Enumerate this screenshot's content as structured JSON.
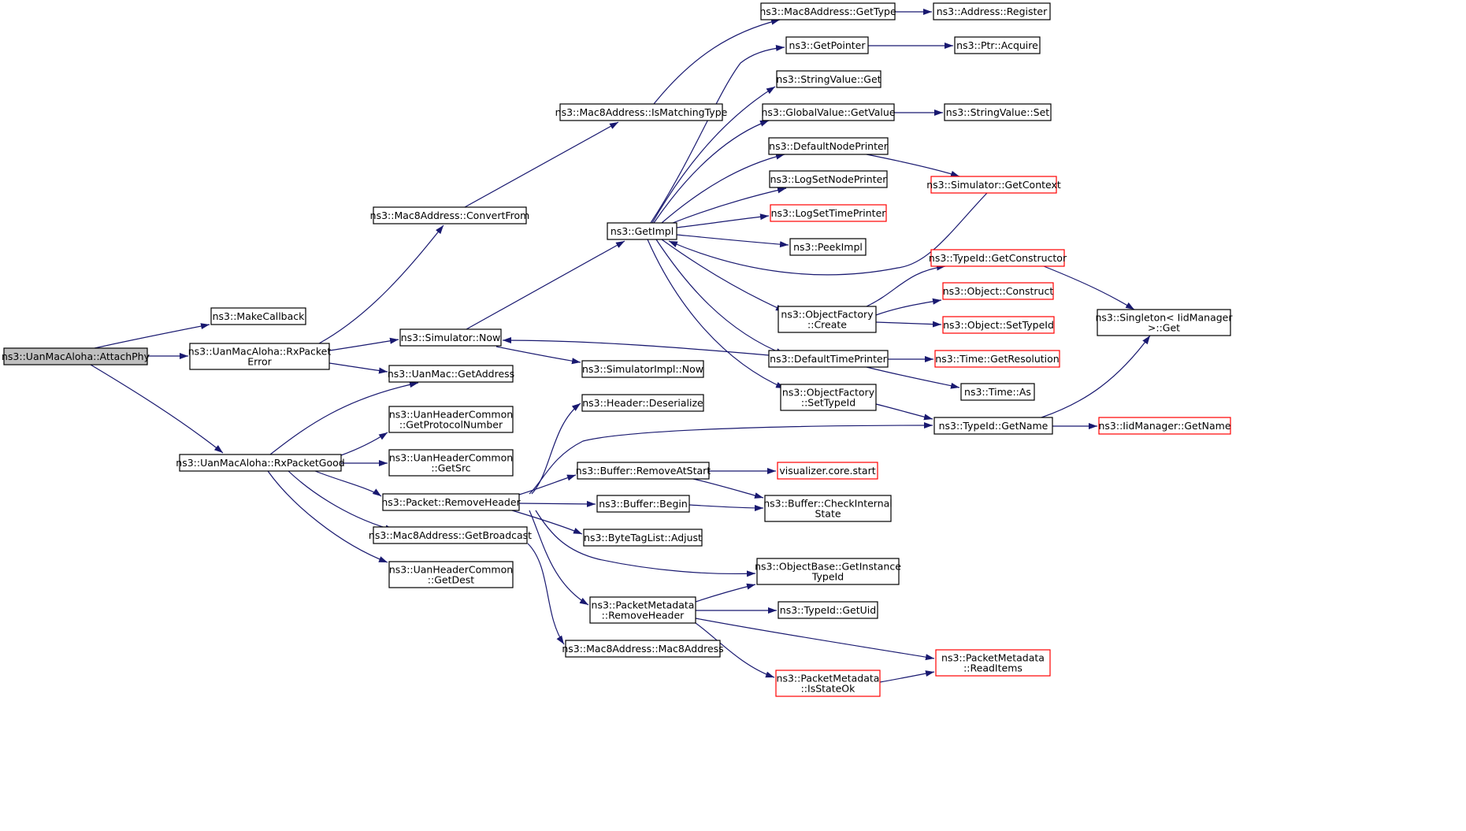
{
  "colors": {
    "edge": "#191970",
    "node_border": "#000000",
    "node_border_truncated": "#ff0000",
    "root_fill": "#bfbfbf",
    "node_fill": "#ffffff"
  },
  "nodes": [
    {
      "id": "attachphy",
      "lines": [
        "ns3::UanMacAloha::AttachPhy"
      ],
      "root": true
    },
    {
      "id": "makecallback",
      "lines": [
        "ns3::MakeCallback"
      ]
    },
    {
      "id": "rxpacketerror",
      "lines": [
        "ns3::UanMacAloha::RxPacket",
        "Error"
      ]
    },
    {
      "id": "rxpacketgood",
      "lines": [
        "ns3::UanMacAloha::RxPacketGood"
      ]
    },
    {
      "id": "convertfrom",
      "lines": [
        "ns3::Mac8Address::ConvertFrom"
      ]
    },
    {
      "id": "ismatchingtype",
      "lines": [
        "ns3::Mac8Address::IsMatchingType"
      ]
    },
    {
      "id": "mac8gettype",
      "lines": [
        "ns3::Mac8Address::GetType"
      ]
    },
    {
      "id": "addressregister",
      "lines": [
        "ns3::Address::Register"
      ]
    },
    {
      "id": "simnow",
      "lines": [
        "ns3::Simulator::Now"
      ]
    },
    {
      "id": "simimplnow",
      "lines": [
        "ns3::SimulatorImpl::Now"
      ]
    },
    {
      "id": "uanmacgetaddress",
      "lines": [
        "ns3::UanMac::GetAddress"
      ]
    },
    {
      "id": "getprotocolnumber",
      "lines": [
        "ns3::UanHeaderCommon",
        "::GetProtocolNumber"
      ]
    },
    {
      "id": "getsrc",
      "lines": [
        "ns3::UanHeaderCommon",
        "::GetSrc"
      ]
    },
    {
      "id": "packetremoveheader",
      "lines": [
        "ns3::Packet::RemoveHeader"
      ]
    },
    {
      "id": "getbroadcast",
      "lines": [
        "ns3::Mac8Address::GetBroadcast"
      ]
    },
    {
      "id": "getdest",
      "lines": [
        "ns3::UanHeaderCommon",
        "::GetDest"
      ]
    },
    {
      "id": "getimpl",
      "lines": [
        "ns3::GetImpl"
      ]
    },
    {
      "id": "getpointer",
      "lines": [
        "ns3::GetPointer"
      ]
    },
    {
      "id": "ptracquire",
      "lines": [
        "ns3::Ptr::Acquire"
      ]
    },
    {
      "id": "stringvalueget",
      "lines": [
        "ns3::StringValue::Get"
      ]
    },
    {
      "id": "globalvaluegetvalue",
      "lines": [
        "ns3::GlobalValue::GetValue"
      ]
    },
    {
      "id": "stringvalueset",
      "lines": [
        "ns3::StringValue::Set"
      ]
    },
    {
      "id": "defaultnodeprinter",
      "lines": [
        "ns3::DefaultNodePrinter"
      ]
    },
    {
      "id": "simgetcontext",
      "lines": [
        "ns3::Simulator::GetContext"
      ],
      "truncated": true
    },
    {
      "id": "logsetnodeprinter",
      "lines": [
        "ns3::LogSetNodePrinter"
      ]
    },
    {
      "id": "logsettimeprinter",
      "lines": [
        "ns3::LogSetTimePrinter"
      ],
      "truncated": true
    },
    {
      "id": "peekimpl",
      "lines": [
        "ns3::PeekImpl"
      ]
    },
    {
      "id": "typeidgetconstructor",
      "lines": [
        "ns3::TypeId::GetConstructor"
      ],
      "truncated": true
    },
    {
      "id": "objectfactorycreate",
      "lines": [
        "ns3::ObjectFactory",
        "::Create"
      ]
    },
    {
      "id": "objectconstruct",
      "lines": [
        "ns3::Object::Construct"
      ],
      "truncated": true
    },
    {
      "id": "objectsettypeid",
      "lines": [
        "ns3::Object::SetTypeId"
      ],
      "truncated": true
    },
    {
      "id": "singletonget",
      "lines": [
        "ns3::Singleton< IidManager",
        " >::Get"
      ]
    },
    {
      "id": "defaulttimeprinter",
      "lines": [
        "ns3::DefaultTimePrinter"
      ]
    },
    {
      "id": "timegetresolution",
      "lines": [
        "ns3::Time::GetResolution"
      ],
      "truncated": true
    },
    {
      "id": "timeas",
      "lines": [
        "ns3::Time::As"
      ]
    },
    {
      "id": "objectfactorysettypeid",
      "lines": [
        "ns3::ObjectFactory",
        "::SetTypeId"
      ]
    },
    {
      "id": "typeidgetname",
      "lines": [
        "ns3::TypeId::GetName"
      ]
    },
    {
      "id": "iidmanagergetname",
      "lines": [
        "ns3::IidManager::GetName"
      ],
      "truncated": true
    },
    {
      "id": "headerdeserialize",
      "lines": [
        "ns3::Header::Deserialize"
      ]
    },
    {
      "id": "bufferremoveatstart",
      "lines": [
        "ns3::Buffer::RemoveAtStart"
      ]
    },
    {
      "id": "visualizerstart",
      "lines": [
        "visualizer.core.start"
      ],
      "truncated": true
    },
    {
      "id": "bufferbegin",
      "lines": [
        "ns3::Buffer::Begin"
      ]
    },
    {
      "id": "buffercheckinternalstate",
      "lines": [
        "ns3::Buffer::CheckInternal",
        "State"
      ]
    },
    {
      "id": "bytetaglistadjust",
      "lines": [
        "ns3::ByteTagList::Adjust"
      ]
    },
    {
      "id": "getinstancetypeid",
      "lines": [
        "ns3::ObjectBase::GetInstance",
        "TypeId"
      ]
    },
    {
      "id": "pmremoveheader",
      "lines": [
        "ns3::PacketMetadata",
        "::RemoveHeader"
      ]
    },
    {
      "id": "typeidgetuid",
      "lines": [
        "ns3::TypeId::GetUid"
      ]
    },
    {
      "id": "pmreaditems",
      "lines": [
        "ns3::PacketMetadata",
        "::ReadItems"
      ],
      "truncated": true
    },
    {
      "id": "pmisstateok",
      "lines": [
        "ns3::PacketMetadata",
        "::IsStateOk"
      ],
      "truncated": true
    },
    {
      "id": "mac8ctor",
      "lines": [
        "ns3::Mac8Address::Mac8Address"
      ]
    }
  ]
}
